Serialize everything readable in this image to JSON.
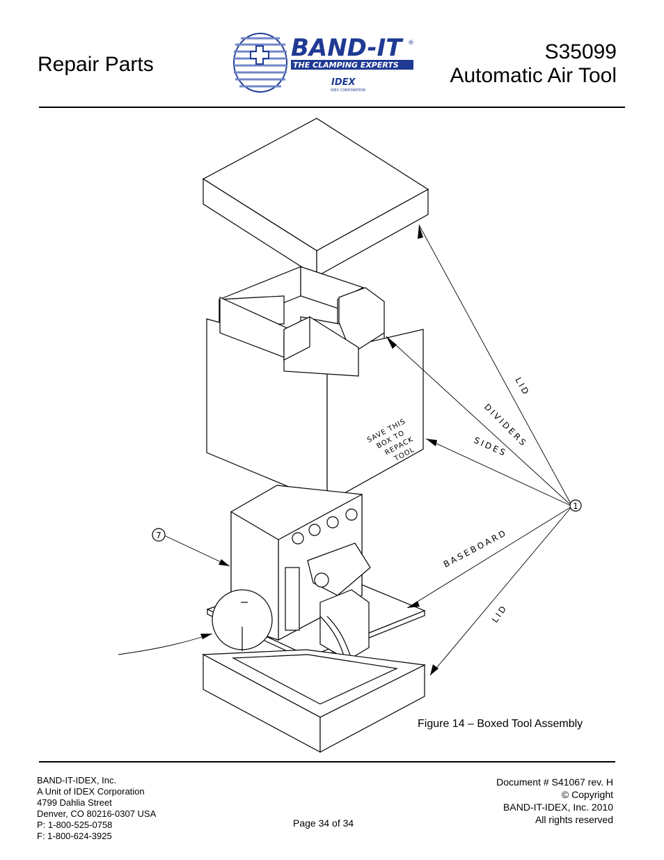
{
  "header": {
    "left_title": "Repair Parts",
    "part_number": "S35099",
    "tool_name": "Automatic Air Tool"
  },
  "logo": {
    "brand": "BAND-IT",
    "registered": "®",
    "tagline": "THE CLAMPING EXPERTS",
    "parent": "IDEX",
    "parent_sub": "IDEX CORPORATION",
    "colors": {
      "blue": "#1f3a93",
      "light_blue": "#6f86c8"
    }
  },
  "figure": {
    "caption": "Figure 14 – Boxed Tool Assembly",
    "box_text": [
      "SAVE THIS",
      "BOX TO",
      "REPACK",
      "TOOL"
    ],
    "labels": {
      "lid_top": "LID",
      "dividers": "DIVIDERS",
      "sides": "SIDES",
      "baseboard": "BASEBOARD",
      "lid_bottom": "LID"
    },
    "callouts": {
      "item1": "1",
      "item7": "7"
    }
  },
  "footer": {
    "company": [
      "BAND-IT-IDEX, Inc.",
      "A Unit of IDEX Corporation",
      "4799 Dahlia Street",
      "Denver, CO 80216-0307 USA",
      "P: 1-800-525-0758",
      "F: 1-800-624-3925"
    ],
    "page": "Page 34 of 34",
    "document": [
      "Document # S41067 rev. H",
      "© Copyright",
      "BAND-IT-IDEX, Inc. 2010",
      "All rights reserved"
    ]
  }
}
